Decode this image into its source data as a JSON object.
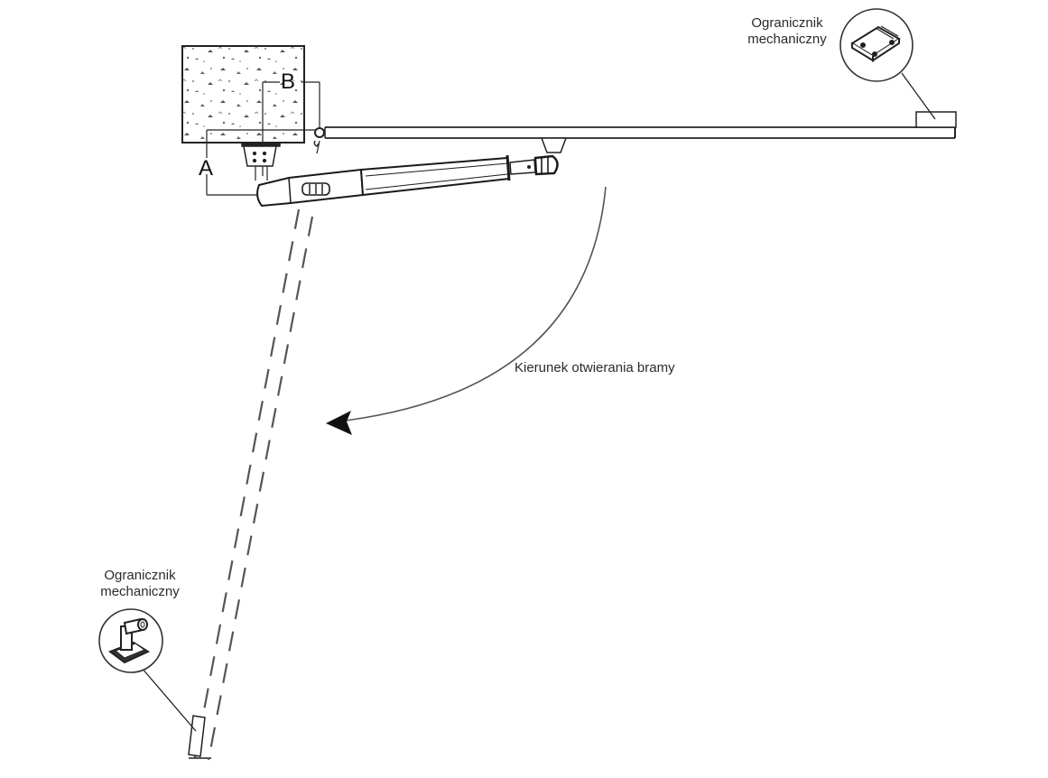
{
  "diagram": {
    "title": "Gate opener installation - top view",
    "labels": {
      "dimension_a": "A",
      "dimension_b": "B",
      "opening_direction": "Kierunek otwierania bramy",
      "stop_closed": {
        "line1": "Ogranicznik",
        "line2": "mechaniczny"
      },
      "stop_open": {
        "line1": "Ogranicznik",
        "line2": "mechaniczny"
      }
    },
    "elements": [
      {
        "name": "concrete-pillar",
        "description": "Concrete pillar with mounting bracket"
      },
      {
        "name": "gate-leaf-closed",
        "description": "Gate leaf in closed position (solid)"
      },
      {
        "name": "gate-leaf-open",
        "description": "Gate leaf in open position (dashed)"
      },
      {
        "name": "linear-actuator",
        "description": "Linear gate operator arm"
      },
      {
        "name": "mechanical-stop-closed",
        "description": "Mechanical floor stop - closed position"
      },
      {
        "name": "mechanical-stop-open",
        "description": "Mechanical floor stop - open position"
      },
      {
        "name": "opening-direction-arrow",
        "description": "Curved arrow indicating opening direction"
      }
    ],
    "colors": {
      "line": "#1a1a1a",
      "dashed": "#555555",
      "text": "#2a2a2a"
    }
  }
}
